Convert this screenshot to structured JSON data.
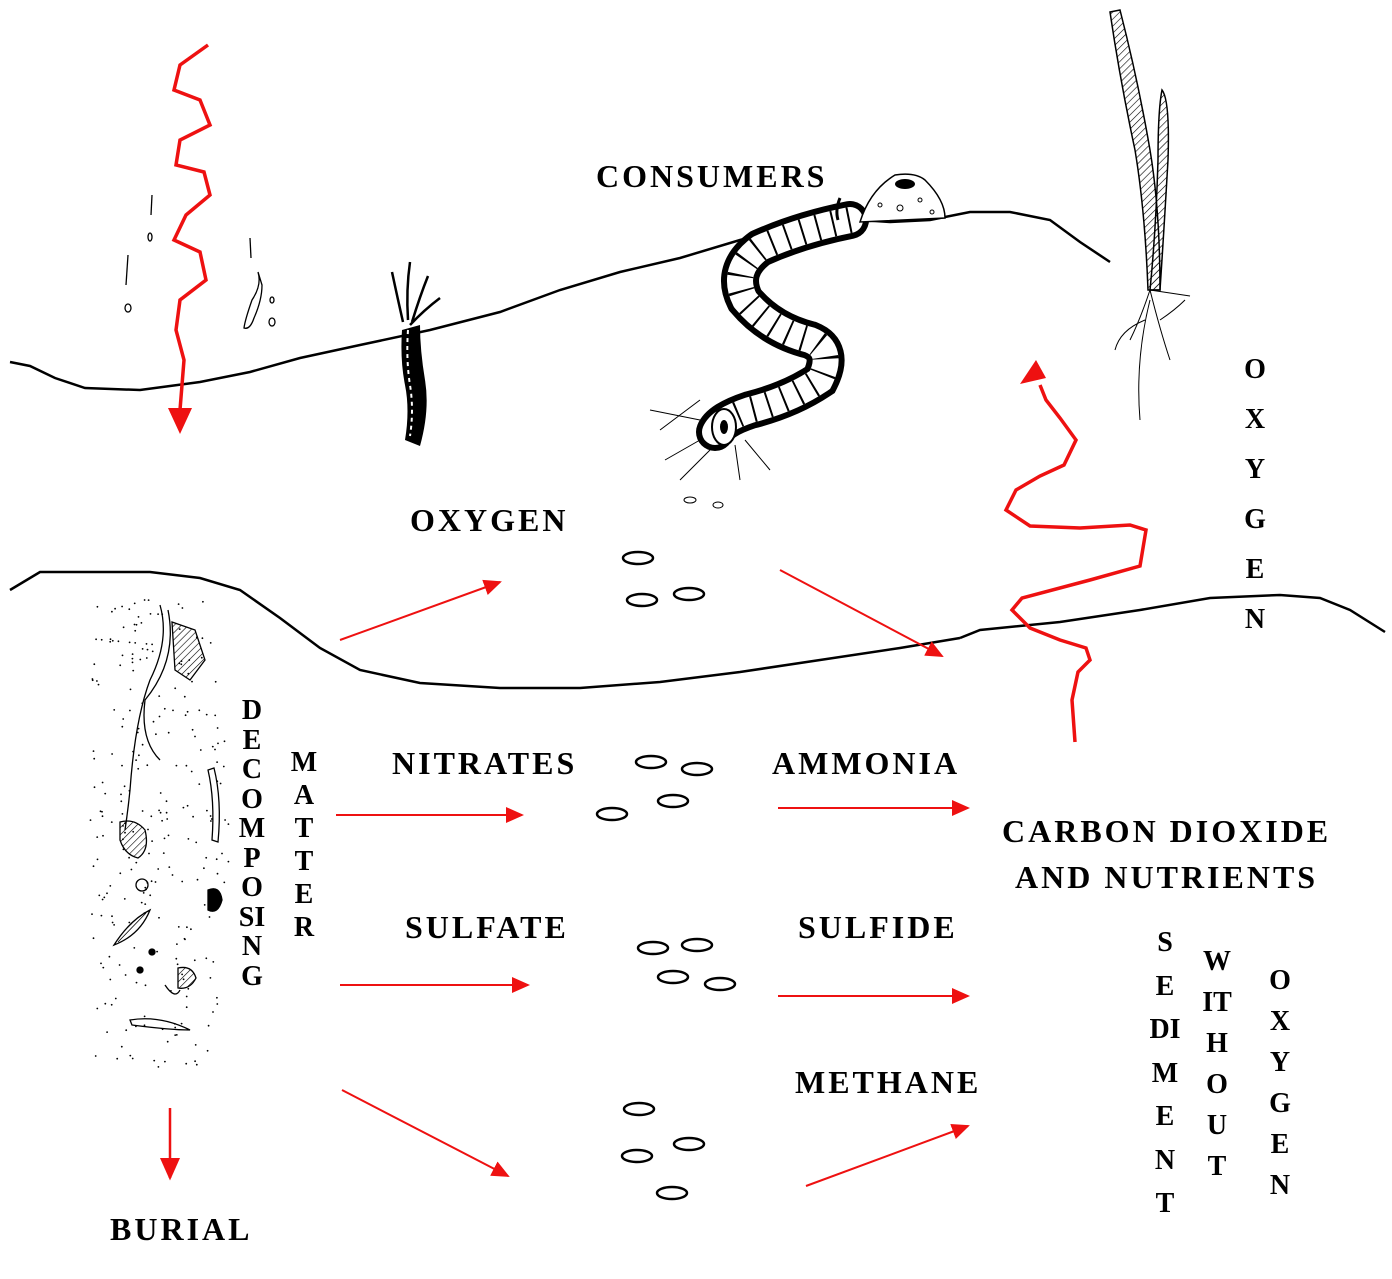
{
  "diagram": {
    "labels": {
      "consumers": "CONSUMERS",
      "oxygen_center": "OXYGEN",
      "nitrates": "NITRATES",
      "ammonia": "AMMONIA",
      "co2_nutrients": "CARBON DIOXIDE\nAND NUTRIENTS",
      "sulfate": "SULFATE",
      "sulfide": "SULFIDE",
      "methane": "METHANE",
      "burial": "BURIAL",
      "oxygen_vertical": "OXYGEN",
      "decomposing": "DECOMPOSING",
      "matter": "MATTER",
      "sediment": "SEDIMENT",
      "without": "WITHOUT",
      "oxygen_bottom": "OXYGEN"
    },
    "colors": {
      "arrow": "#ee1111",
      "line": "#000000"
    }
  }
}
